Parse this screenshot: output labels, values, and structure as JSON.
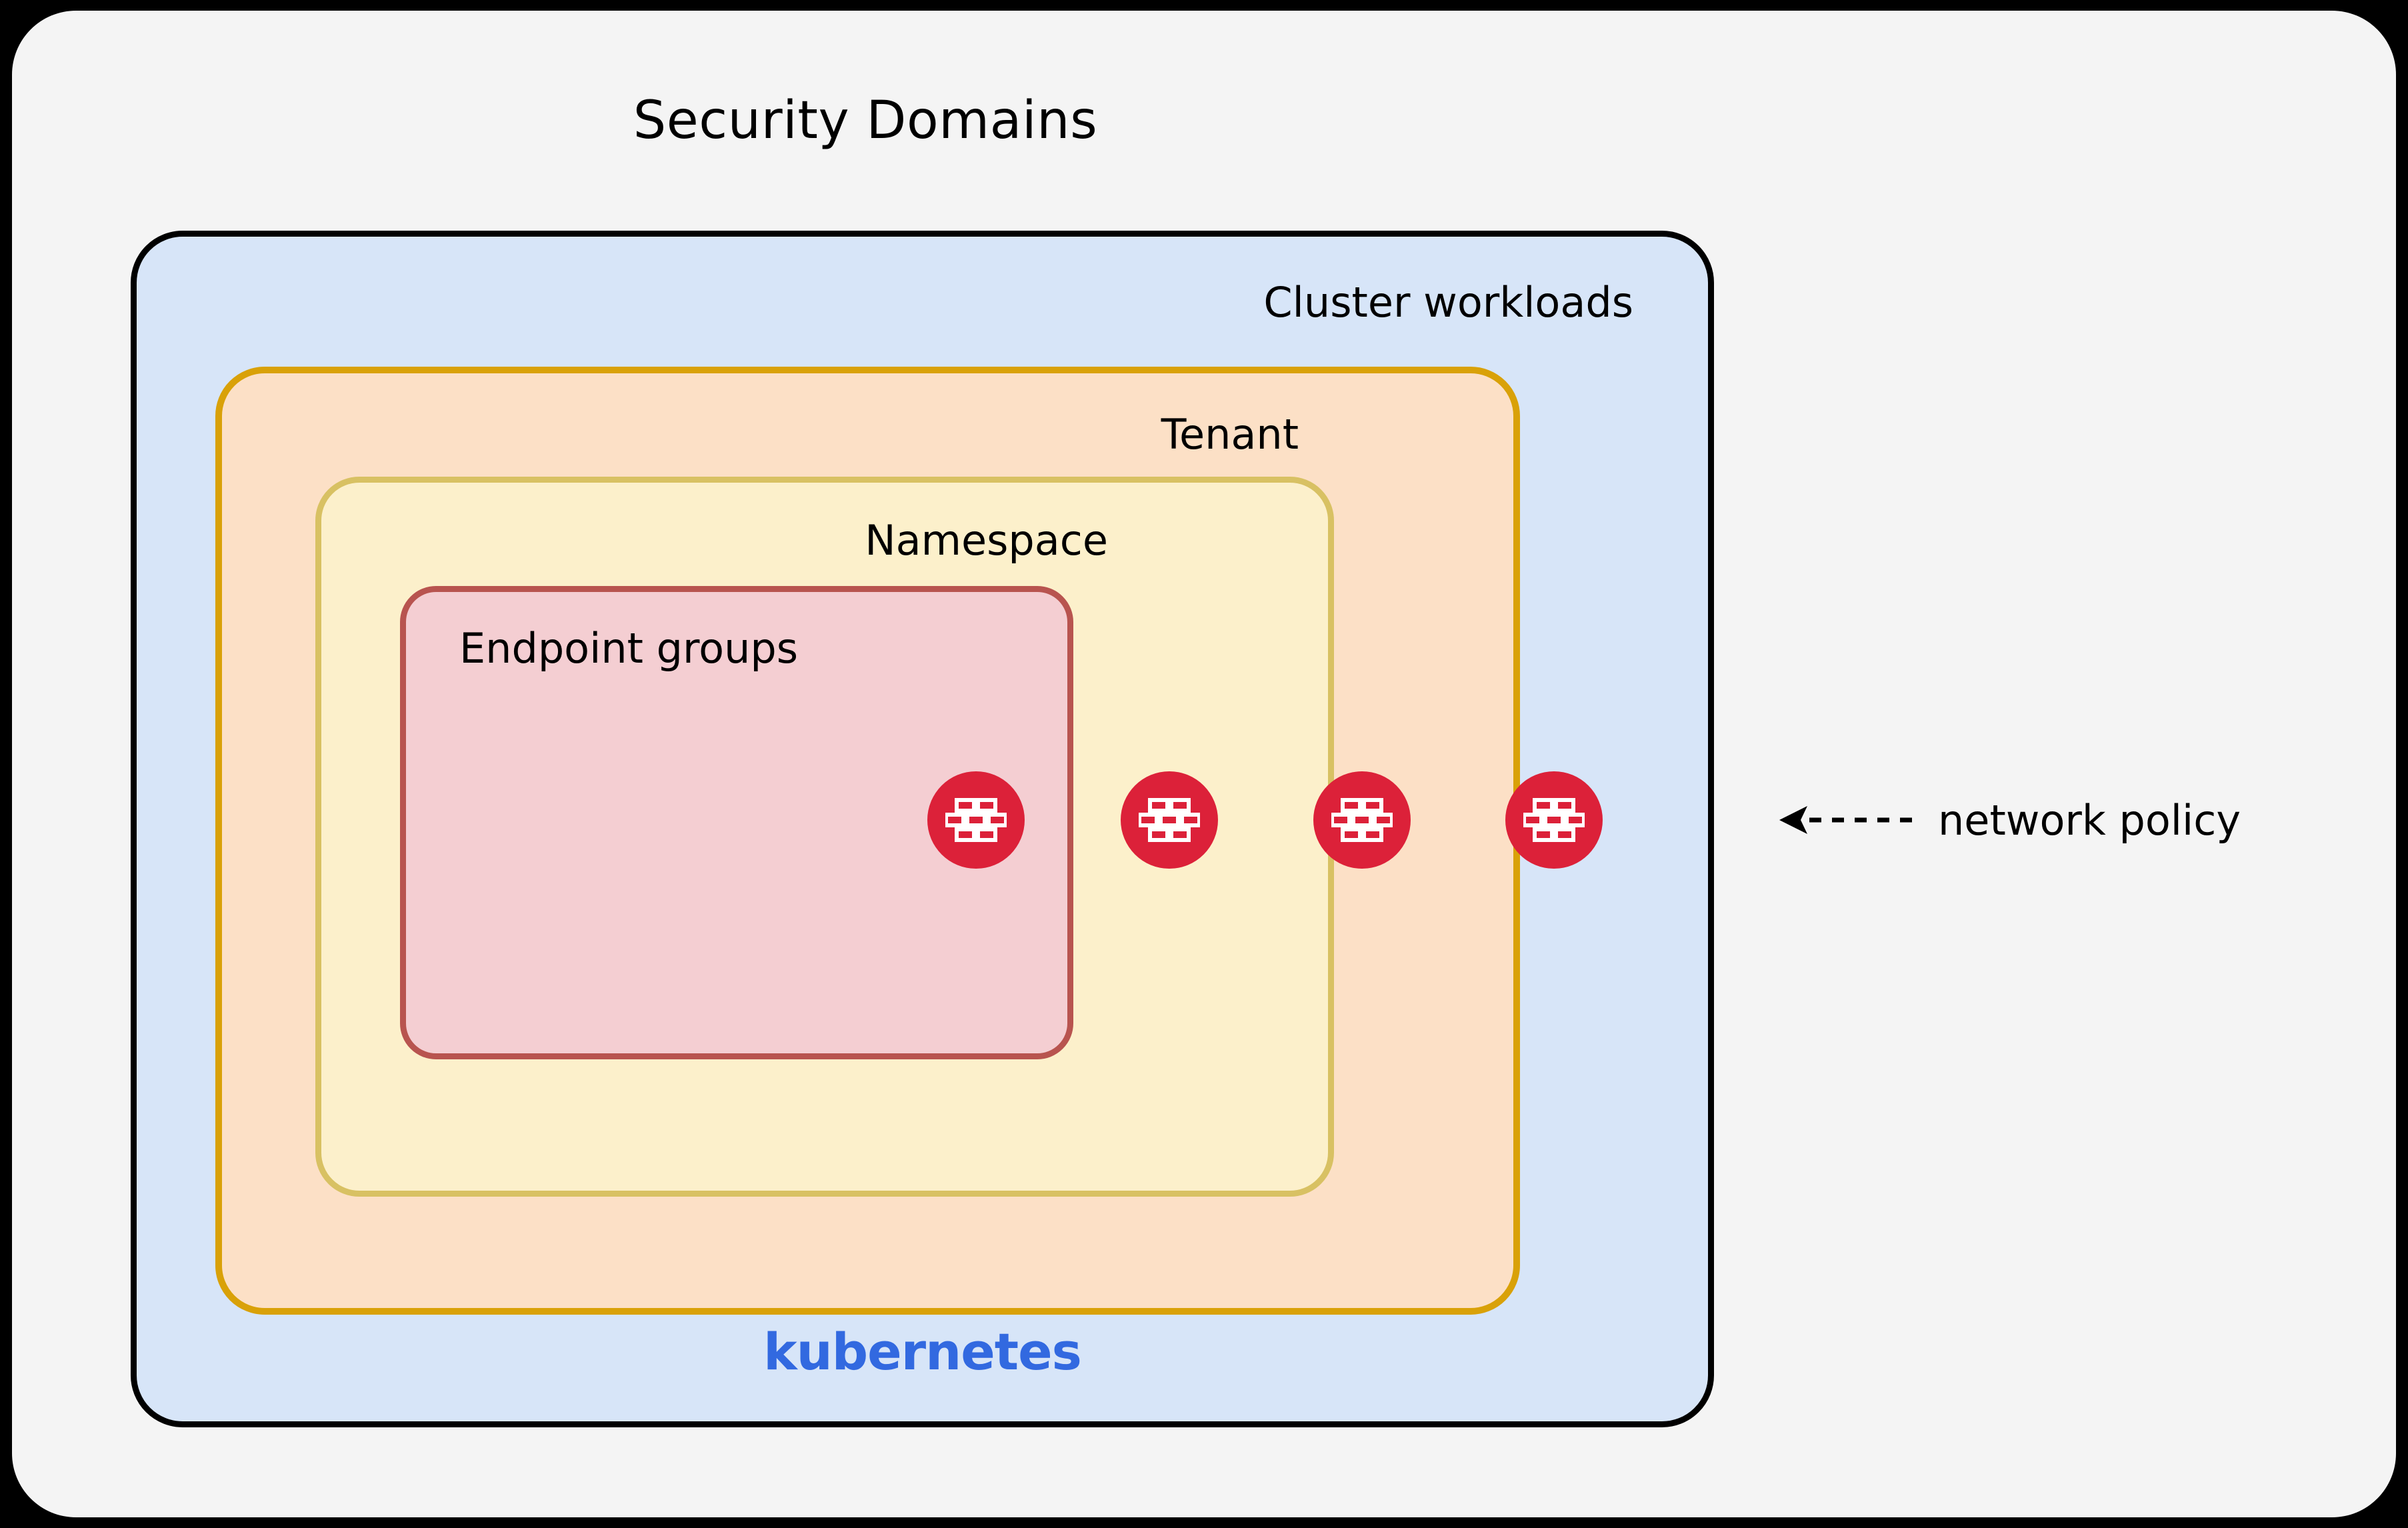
{
  "diagram": {
    "title": "Security Domains",
    "background_color": "#f4f4f4",
    "outside_color": "#000000"
  },
  "boxes": [
    {
      "key": "cluster",
      "label": "Cluster workloads",
      "fill": "#d7e5f8",
      "border": "#000000",
      "label_position": "top-right"
    },
    {
      "key": "tenant",
      "label": "Tenant",
      "fill": "#fce0c6",
      "border": "#d9a108",
      "label_position": "top-right"
    },
    {
      "key": "namespace",
      "label": "Namespace",
      "fill": "#fcf0cb",
      "border": "#d8c163",
      "label_position": "top-right"
    },
    {
      "key": "endpoints",
      "label": "Endpoint groups",
      "fill": "#f4ced2",
      "border": "#b8544f",
      "label_position": "top-left"
    }
  ],
  "wordmark": {
    "text": "kubernetes",
    "color": "#3269e0"
  },
  "firewall_icons": [
    {
      "id": "firewall-endpoint-groups",
      "boundary": "Endpoint groups",
      "color": "#dc2139",
      "icon": "firewall-brick-icon"
    },
    {
      "id": "firewall-namespace",
      "boundary": "Namespace",
      "color": "#dc2139",
      "icon": "firewall-brick-icon"
    },
    {
      "id": "firewall-tenant",
      "boundary": "Tenant",
      "color": "#dc2139",
      "icon": "firewall-brick-icon"
    },
    {
      "id": "firewall-cluster",
      "boundary": "Cluster workloads",
      "color": "#dc2139",
      "icon": "firewall-brick-icon"
    }
  ],
  "annotation": {
    "label": "network policy",
    "arrow": "dashed-arrow-left-icon",
    "arrow_direction": "left",
    "color": "#000000"
  }
}
